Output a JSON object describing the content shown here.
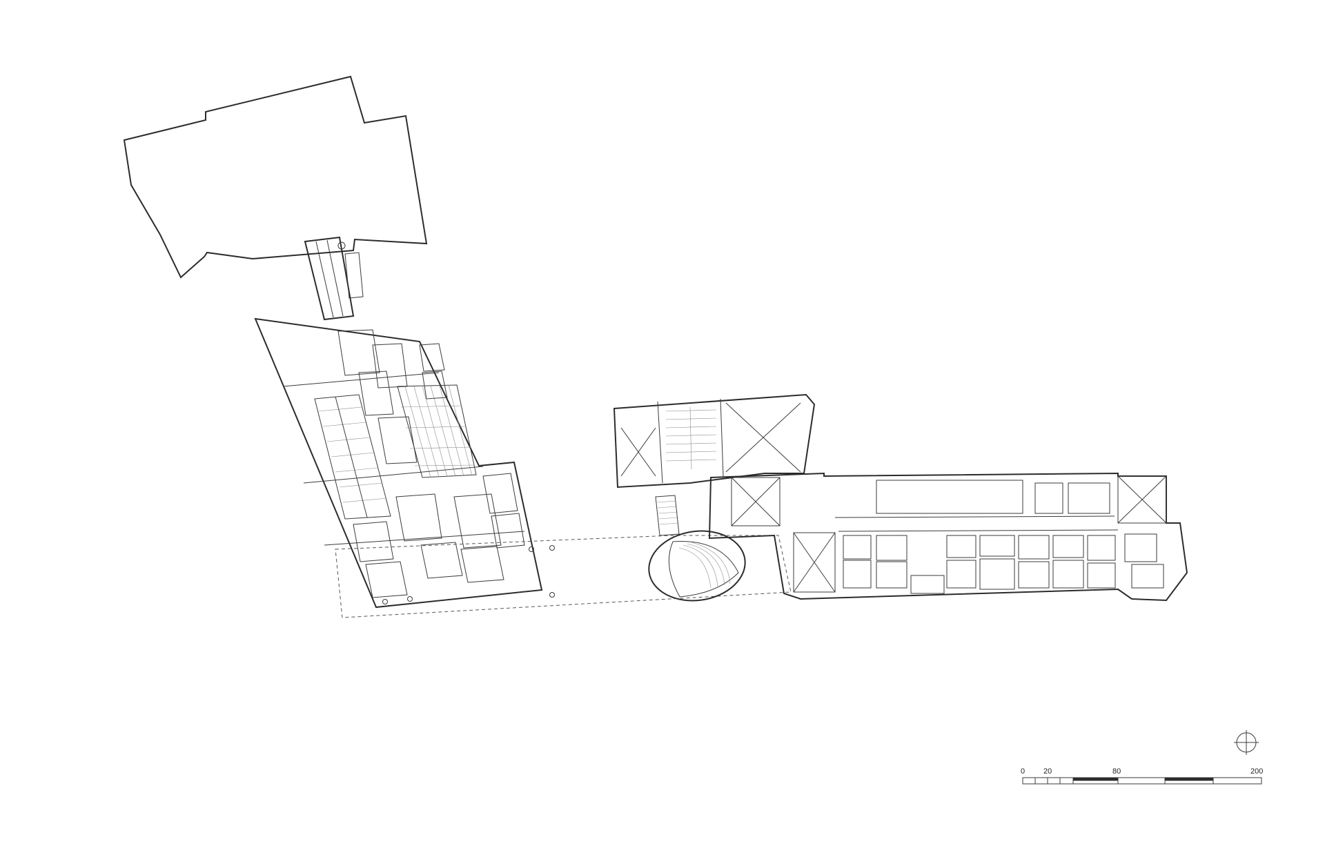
{
  "scale_bar": {
    "ticks": [
      {
        "label": "0"
      },
      {
        "label": "20"
      },
      {
        "label": "80"
      },
      {
        "label": "200"
      }
    ]
  },
  "north_symbol": "north-arrow-icon",
  "colors": {
    "line": "#2b2b2b",
    "background": "#ffffff"
  }
}
